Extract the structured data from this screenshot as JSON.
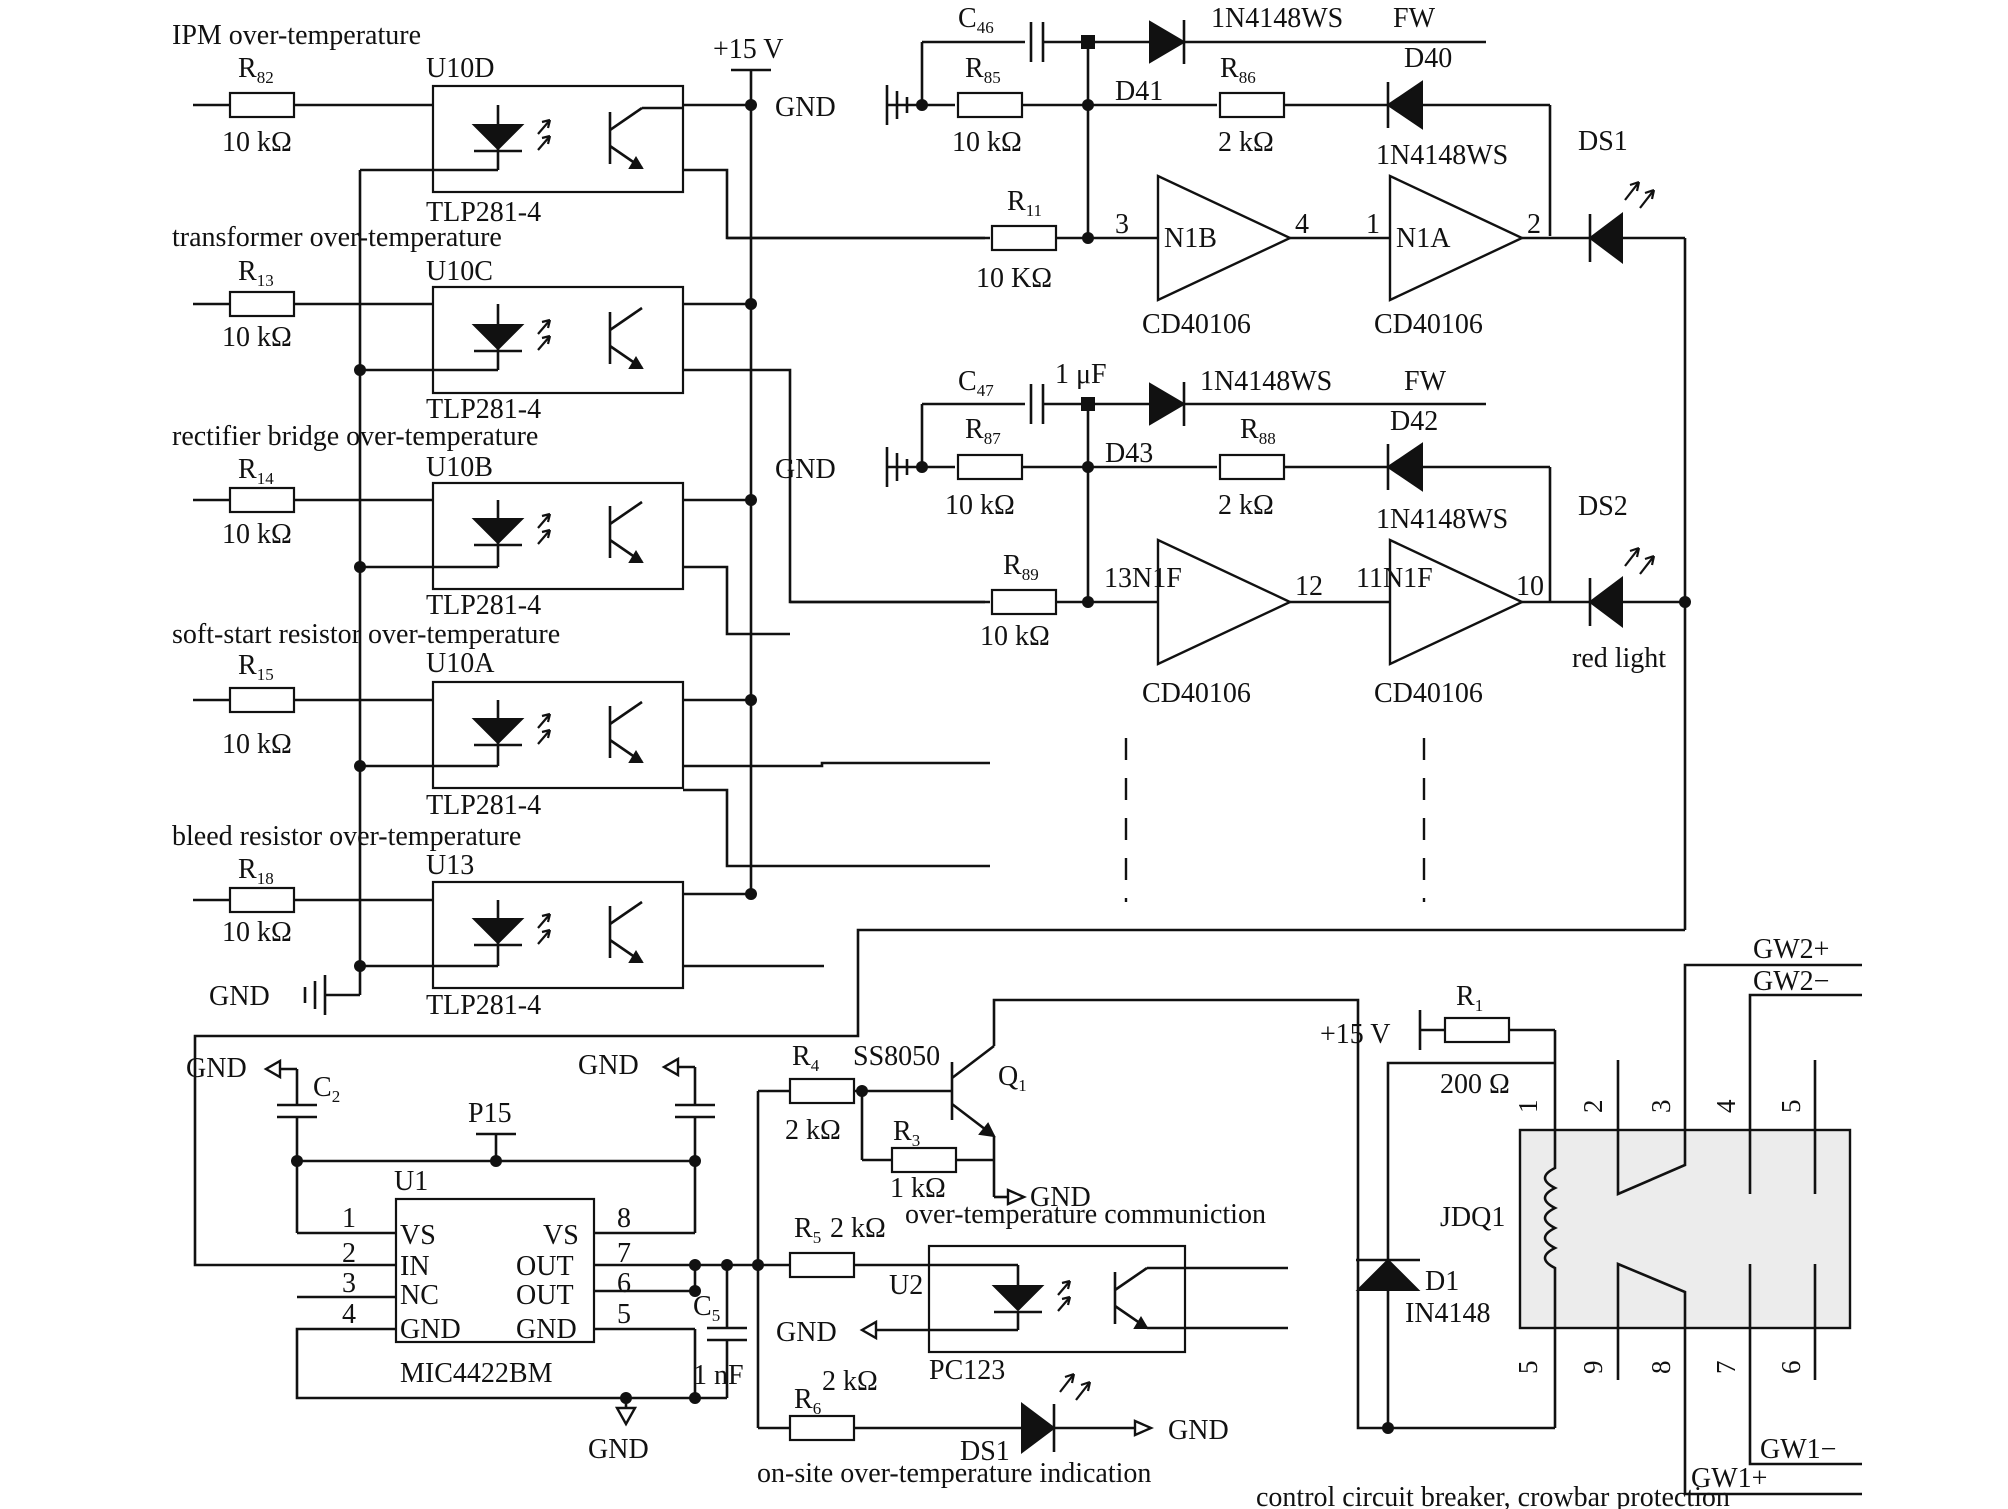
{
  "sections": {
    "ipm": "IPM over-temperature",
    "transformer": "transformer over-temperature",
    "rectifier": "rectifier bridge over-temperature",
    "softstart": "soft-start resistor over-temperature",
    "bleed": "bleed resistor over-temperature",
    "communication": "over-temperature communiction",
    "onsite": "on-site over-temperature indication",
    "breaker": "control circuit breaker, crowbar protection"
  },
  "optocouplers": {
    "u10d": "U10D",
    "u10c": "U10C",
    "u10b": "U10B",
    "u10a": "U10A",
    "u13": "U13",
    "part": "TLP281-4"
  },
  "input_resistors": {
    "r82": "R",
    "r82_sub": "82",
    "r13": "R",
    "r13_sub": "13",
    "r14": "R",
    "r14_sub": "14",
    "r15": "R",
    "r15_sub": "15",
    "r18": "R",
    "r18_sub": "18",
    "value": "10 kΩ"
  },
  "supply": {
    "plus15": "+15 V",
    "gnd": "GND",
    "p15": "P15"
  },
  "channel1": {
    "c46": "C",
    "c46_sub": "46",
    "d41": "D41",
    "diode_fw": "1N4148WS",
    "fw": "FW",
    "r85": "R",
    "r85_sub": "85",
    "r85_val": "10 kΩ",
    "r86": "R",
    "r86_sub": "86",
    "r86_val": "2 kΩ",
    "d40": "D40",
    "d40_part": "1N4148WS",
    "r11": "R",
    "r11_sub": "11",
    "r11_val": "10 KΩ",
    "n1b": "N1B",
    "n1a": "N1A",
    "pin3": "3",
    "pin4": "4",
    "pin1": "1",
    "pin2": "2",
    "cd40106": "CD40106",
    "ds1": "DS1"
  },
  "channel2": {
    "c47": "C",
    "c47_sub": "47",
    "c47_val": "1 μF",
    "d43": "D43",
    "diode_fw": "1N4148WS",
    "fw": "FW",
    "r87": "R",
    "r87_sub": "87",
    "r87_val": "10 kΩ",
    "r88": "R",
    "r88_sub": "88",
    "r88_val": "2 kΩ",
    "d42": "D42",
    "d42_part": "1N4148WS",
    "r89": "R",
    "r89_sub": "89",
    "r89_val": "10 kΩ",
    "gate1": "13N1F",
    "gate2": "11N1F",
    "pin12": "12",
    "pin10": "10",
    "cd40106": "CD40106",
    "ds2": "DS2",
    "red_light": "red light"
  },
  "driver": {
    "c2": "C",
    "c2_sub": "2",
    "u1": "U1",
    "part": "MIC4422BM",
    "left_pins": [
      "VS",
      "IN",
      "NC",
      "GND"
    ],
    "right_pins": [
      "VS",
      "OUT",
      "OUT",
      "GND"
    ],
    "left_nums": [
      "1",
      "2",
      "3",
      "4"
    ],
    "right_nums": [
      "8",
      "7",
      "6",
      "5"
    ],
    "c5": "C",
    "c5_sub": "5",
    "c5_val": "1 nF"
  },
  "transistor": {
    "r4": "R",
    "r4_sub": "4",
    "r4_val": "2 kΩ",
    "part": "SS8050",
    "q1": "Q",
    "q1_sub": "1",
    "r3": "R",
    "r3_sub": "3",
    "r3_val": "1 kΩ"
  },
  "comm": {
    "r5": "R",
    "r5_sub": "5",
    "r5_val": "2 kΩ",
    "u2": "U2",
    "part": "PC123"
  },
  "indicator": {
    "r6": "R",
    "r6_sub": "6",
    "r6_val": "2 kΩ",
    "ds1": "DS1"
  },
  "relay": {
    "r1": "R",
    "r1_sub": "1",
    "r1_val": "200 Ω",
    "name": "JDQ1",
    "d1": "D1",
    "d1_part": "IN4148",
    "top_pins": [
      "1",
      "2",
      "3",
      "4",
      "5"
    ],
    "bottom_pins": [
      "5",
      "9",
      "8",
      "7",
      "6"
    ],
    "gw2p": "GW2+",
    "gw2m": "GW2−",
    "gw1m": "GW1−",
    "gw1p": "GW1+"
  }
}
